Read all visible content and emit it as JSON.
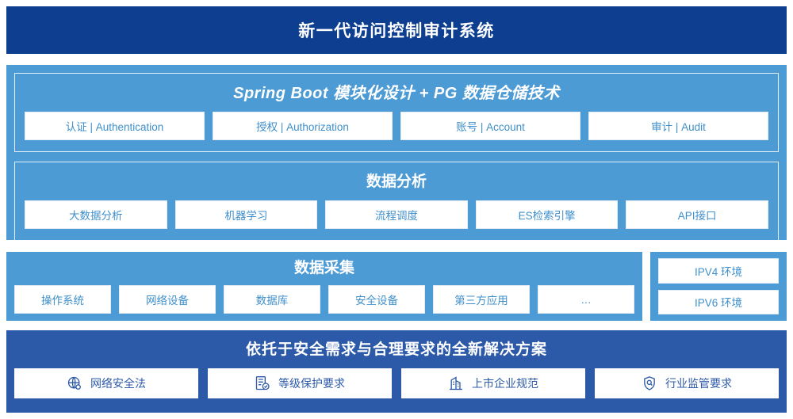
{
  "header": {
    "title": "新一代访问控制审计系统",
    "bg_color": "#0d3e8f"
  },
  "colors": {
    "panel_light": "#4d9bd5",
    "panel_mid": "#2d5aa8",
    "chip_text_light": "#3f8fcb",
    "chip_text_mid": "#2d5aa8",
    "chip_bg": "#ffffff"
  },
  "architecture": {
    "frames": [
      {
        "title": "Spring Boot 模块化设计 + PG 数据仓储技术",
        "chips": [
          {
            "label": "认证 | Authentication"
          },
          {
            "label": "授权 | Authorization"
          },
          {
            "label": "账号 | Account"
          },
          {
            "label": "审计 | Audit"
          }
        ]
      },
      {
        "title": "数据分析",
        "chips": [
          {
            "label": "大数据分析"
          },
          {
            "label": "机器学习"
          },
          {
            "label": "流程调度"
          },
          {
            "label": "ES检索引擎"
          },
          {
            "label": "API接口"
          }
        ]
      }
    ]
  },
  "collection": {
    "title": "数据采集",
    "chips": [
      {
        "label": "操作系统"
      },
      {
        "label": "网络设备"
      },
      {
        "label": "数据库"
      },
      {
        "label": "安全设备"
      },
      {
        "label": "第三方应用"
      },
      {
        "label": "…"
      }
    ]
  },
  "environments": {
    "chips": [
      {
        "label": "IPV4 环境"
      },
      {
        "label": "IPV6 环境"
      }
    ]
  },
  "compliance": {
    "title": "依托于安全需求与合理要求的全新解决方案",
    "chips": [
      {
        "label": "网络安全法",
        "icon": "globe-icon"
      },
      {
        "label": "等级保护要求",
        "icon": "document-check-icon"
      },
      {
        "label": "上市企业规范",
        "icon": "building-icon"
      },
      {
        "label": "行业监管要求",
        "icon": "shield-search-icon"
      }
    ]
  }
}
